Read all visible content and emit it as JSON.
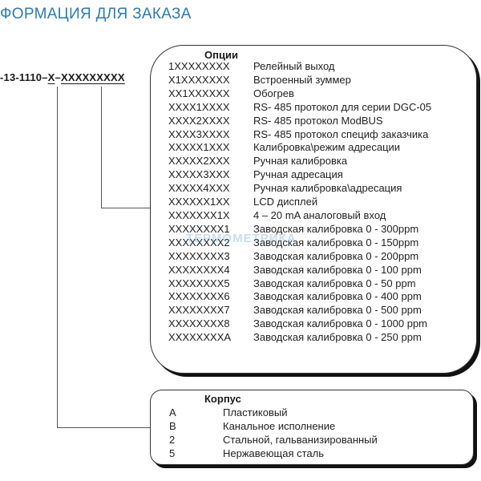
{
  "header": {
    "title": "ФОРМАЦИЯ ДЛЯ ЗАКАЗА"
  },
  "model_code": {
    "prefix": "-13-1110–",
    "housing_field": "X",
    "separator": "–",
    "options_field": "XXXXXXXXX"
  },
  "options_box": {
    "title": "Опции",
    "rows": [
      {
        "code": "1XXXXXXXX",
        "desc": "Релейный выход"
      },
      {
        "code": "X1XXXXXXX",
        "desc": "Встроенный зуммер"
      },
      {
        "code": "XX1XXXXXX",
        "desc": "Обогрев"
      },
      {
        "code": "XXXX1XXXX",
        "desc": "RS- 485 протокол для серии DGC-05"
      },
      {
        "code": "XXXX2XXXX",
        "desc": "RS- 485 протокол ModBUS"
      },
      {
        "code": "XXXX3XXXX",
        "desc": "RS- 485 протокол специф заказчика"
      },
      {
        "code": "XXXXX1XXX",
        "desc": "Калибровка\\режим адресации"
      },
      {
        "code": "XXXXX2XXX",
        "desc": "Ручная калибровка"
      },
      {
        "code": "XXXXX3XXX",
        "desc": "Ручная адресация"
      },
      {
        "code": "XXXXX4XXX",
        "desc": "Ручная калибровка\\адресация"
      },
      {
        "code": "XXXXXX1XX",
        "desc": "LCD дисплей"
      },
      {
        "code": "XXXXXXX1X",
        "desc": "4 – 20 mA аналоговый вход"
      },
      {
        "code": "XXXXXXXX1",
        "desc": "Заводская калибровка 0 - 300ppm"
      },
      {
        "code": "XXXXXXXX2",
        "desc": "Заводская калибровка 0 - 150ppm"
      },
      {
        "code": "XXXXXXXX3",
        "desc": "Заводская калибровка 0 - 200ppm"
      },
      {
        "code": "XXXXXXXX4",
        "desc": "Заводская калибровка 0 - 100 ppm"
      },
      {
        "code": "XXXXXXXX5",
        "desc": "Заводская калибровка 0 - 50 ppm"
      },
      {
        "code": "XXXXXXXX6",
        "desc": "Заводская калибровка 0 - 400 ppm"
      },
      {
        "code": "XXXXXXXX7",
        "desc": "Заводская калибровка 0 - 500 ppm"
      },
      {
        "code": "XXXXXXXX8",
        "desc": "Заводская калибровка 0 - 1000 ppm"
      },
      {
        "code": "XXXXXXXXA",
        "desc": "Заводская калибровка 0 - 250 ppm"
      }
    ]
  },
  "housing_box": {
    "title": "Корпус",
    "rows": [
      {
        "code": "A",
        "desc": "Пластиковый"
      },
      {
        "code": "B",
        "desc": "Канальное исполнение"
      },
      {
        "code": "2",
        "desc": "Стальной, гальванизированный"
      },
      {
        "code": "5",
        "desc": "Нержавеющая сталь"
      }
    ]
  },
  "watermark": {
    "text": "ТЕРМОМЕТРИКА"
  },
  "colors": {
    "title": "#2b7bb4",
    "watermark": "#5aa0dc"
  }
}
